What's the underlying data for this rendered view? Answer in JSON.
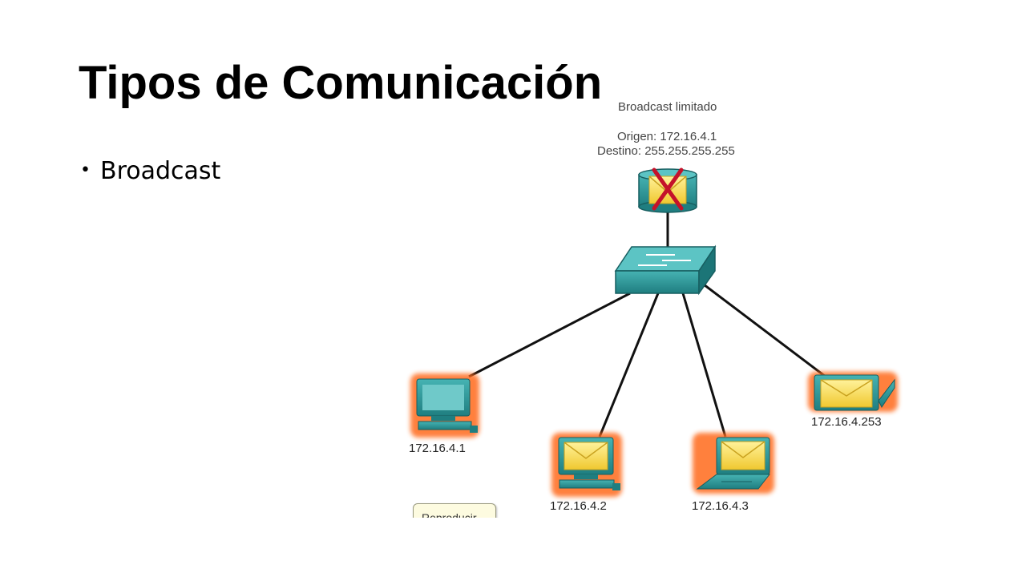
{
  "slide": {
    "title": "Tipos de Comunicación",
    "bullet": "Broadcast"
  },
  "diagram": {
    "header": "Broadcast limitado",
    "origin": "Origen: 172.16.4.1",
    "destination": "Destino: 255.255.255.255",
    "hosts": [
      {
        "label": "172.16.4.1",
        "type": "desktop",
        "receives": false
      },
      {
        "label": "172.16.4.2",
        "type": "desktop",
        "receives": true
      },
      {
        "label": "172.16.4.3",
        "type": "laptop",
        "receives": true
      },
      {
        "label": "172.16.4.253",
        "type": "laptop",
        "receives": true
      }
    ],
    "router_blocks_broadcast": true,
    "play_button": "Reproducir"
  },
  "colors": {
    "device": "#2a9a9a",
    "glow": "#ff6a1a",
    "envelope": "#f5d83a",
    "block_x": "#c4122a"
  }
}
